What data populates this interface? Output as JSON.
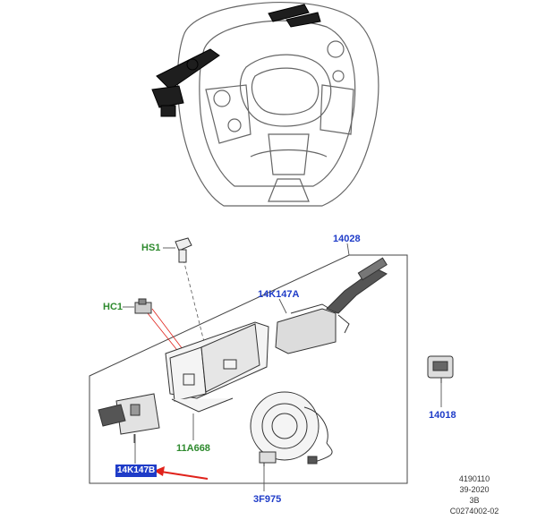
{
  "callouts": {
    "hs1": "HS1",
    "hc1": "HC1",
    "assembly": "14028",
    "switch_top": "14K147A",
    "switch_left": "14K147B",
    "housing": "11A668",
    "clockspring": "3F975",
    "switch_small": "14018"
  },
  "reference": {
    "line1": "4190110",
    "line2": "39-2020",
    "line3": "3B",
    "line4": "C0274002-02"
  },
  "colors": {
    "label_blue": "#1f3cc8",
    "label_green": "#2e8a2e",
    "pointer_red": "#e0221b",
    "line_art": "#444444"
  }
}
